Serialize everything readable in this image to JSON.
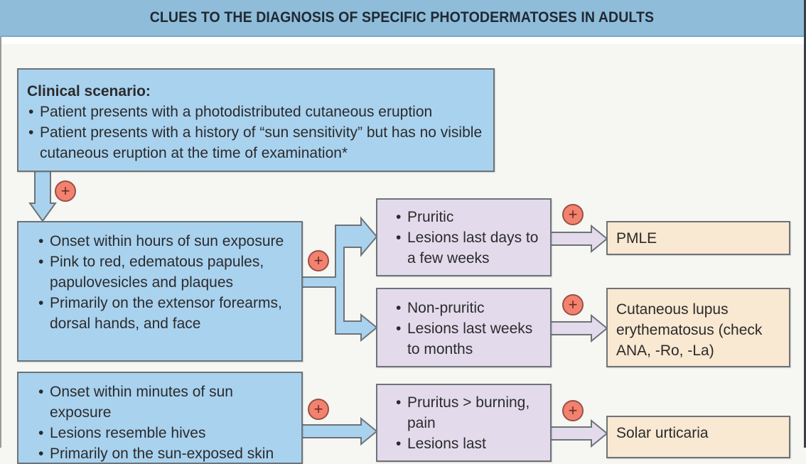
{
  "title": "CLUES TO THE DIAGNOSIS OF SPECIFIC PHOTODERMATOSES IN ADULTS",
  "colors": {
    "title_bar": "#8fbcd9",
    "blue_box": "#a9d2ef",
    "purple_box": "#e3dbec",
    "orange_box": "#f9e8d2",
    "plus_badge": "#f2826f",
    "background": "#f6f6f2"
  },
  "scenario": {
    "heading": "Clinical scenario:",
    "bullets": [
      "Patient presents with a photodistributed cutaneous eruption",
      "Patient presents with a history of “sun sensitivity” but has no visible cutaneous eruption at the time of examination*"
    ]
  },
  "plus_symbol": "+",
  "branches": [
    {
      "criteria": [
        "Onset within hours of sun exposure",
        "Pink to red, edematous papules, papulovesicles and plaques",
        "Primarily on the extensor forearms, dorsal hands, and face"
      ],
      "subbranches": [
        {
          "features": [
            "Pruritic",
            "Lesions last days to a few weeks"
          ],
          "diagnosis": "PMLE"
        },
        {
          "features": [
            "Non-pruritic",
            "Lesions last weeks to months"
          ],
          "diagnosis": "Cutaneous lupus erythematosus (check ANA, -Ro, -La)"
        }
      ]
    },
    {
      "criteria": [
        "Onset within minutes of sun exposure",
        "Lesions resemble hives",
        "Primarily on the sun-exposed skin"
      ],
      "subbranches": [
        {
          "features": [
            "Pruritus > burning, pain",
            "Lesions last"
          ],
          "diagnosis": "Solar urticaria"
        }
      ]
    }
  ]
}
